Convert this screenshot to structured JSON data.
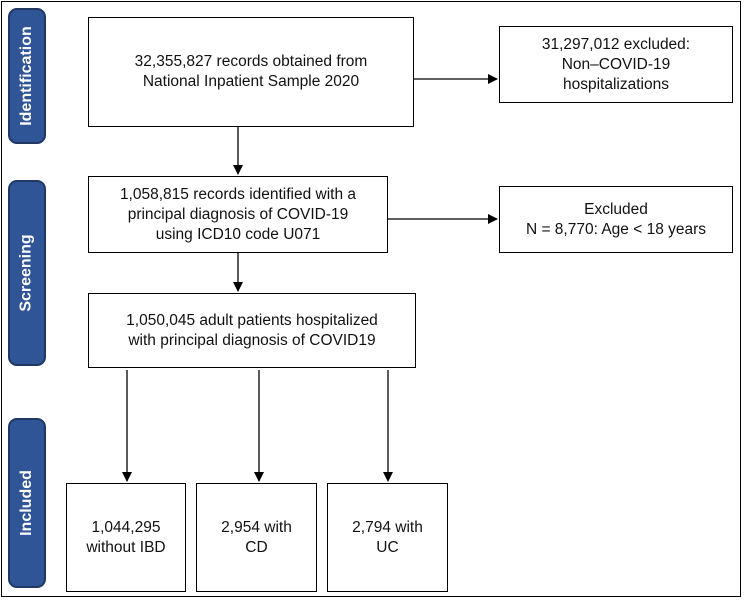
{
  "stages": {
    "identification": "Identification",
    "screening": "Screening",
    "included": "Included"
  },
  "boxes": {
    "records_obtained": "32,355,827 records obtained from\nNational Inpatient Sample 2020",
    "excluded_non_covid": "31,297,012 excluded:\nNon–COVID-19\nhospitalizations",
    "records_identified": "1,058,815 records identified with a\nprincipal diagnosis of COVID-19\nusing ICD10 code U071",
    "excluded_age": "Excluded\nN = 8,770: Age < 18 years",
    "adult_patients": "1,050,045 adult patients hospitalized\nwith principal diagnosis of COVID19",
    "without_ibd": "1,044,295\nwithout IBD",
    "with_cd": "2,954 with\nCD",
    "with_uc": "2,794 with\nUC"
  }
}
